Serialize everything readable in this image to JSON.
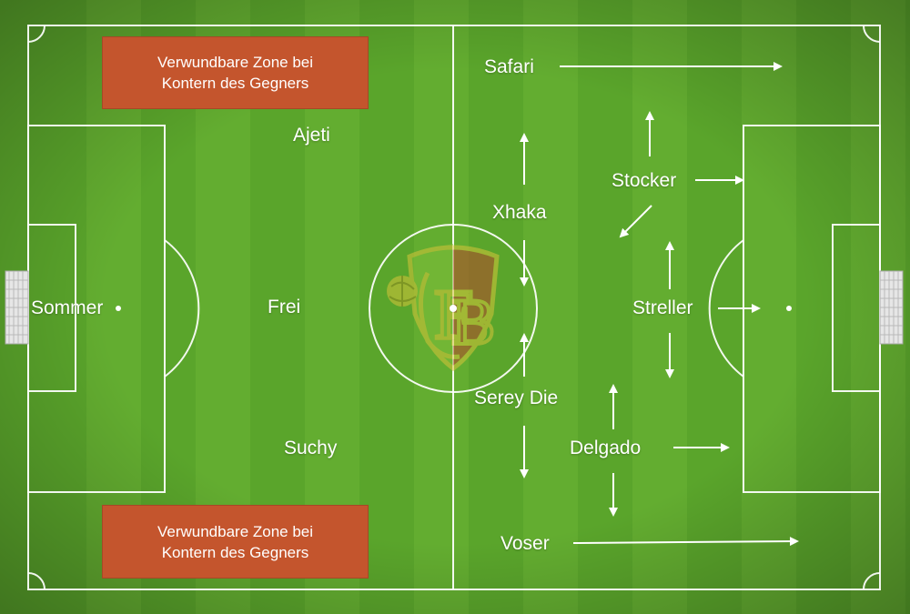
{
  "zones": {
    "top": {
      "line1": "Verwundbare Zone bei",
      "line2": "Kontern des Gegners"
    },
    "bottom": {
      "line1": "Verwundbare Zone bei",
      "line2": "Kontern des Gegners"
    }
  },
  "players": {
    "sommer": "Sommer",
    "ajeti": "Ajeti",
    "frei": "Frei",
    "suchy": "Suchy",
    "safari": "Safari",
    "xhaka": "Xhaka",
    "serey_die": "Serey Die",
    "delgado": "Delgado",
    "voser": "Voser",
    "stocker": "Stocker",
    "streller": "Streller"
  },
  "colors": {
    "grass_light": "#63ad30",
    "grass_dark": "#4e9a22",
    "line": "#ffffff",
    "zone": "#c4552d",
    "crest_green": "#7fbf3a",
    "crest_red": "#b8452c",
    "crest_yellow": "#d7c43a"
  }
}
